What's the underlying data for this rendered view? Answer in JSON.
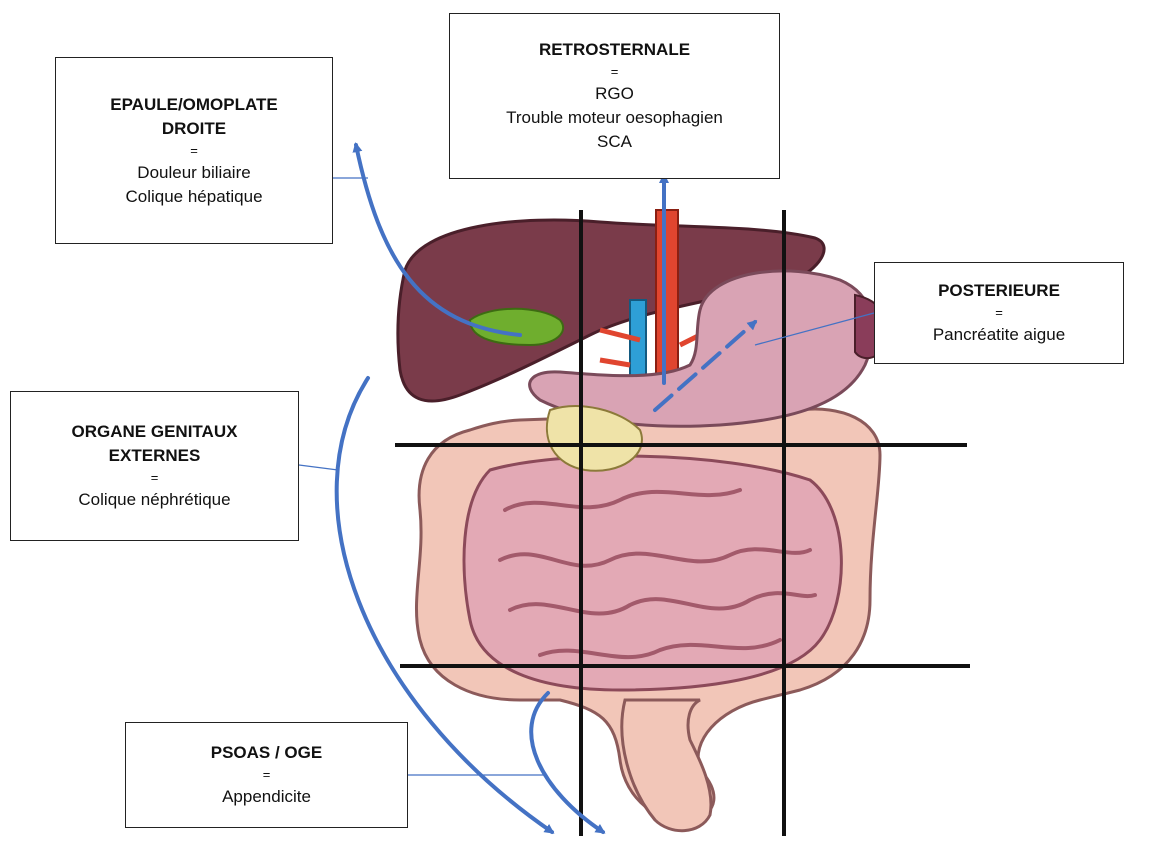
{
  "boxes": {
    "retrosternale": {
      "title": "RETROSTERNALE",
      "eq": "=",
      "lines": [
        "RGO",
        "Trouble moteur oesophagien",
        "SCA"
      ]
    },
    "epaule": {
      "title_line1": "EPAULE/OMOPLATE",
      "title_line2": "DROITE",
      "eq": "=",
      "lines": [
        "Douleur biliaire",
        "Colique hépatique"
      ]
    },
    "posterieure": {
      "title": "POSTERIEURE",
      "eq": "=",
      "lines": [
        "Pancréatite aigue"
      ]
    },
    "organes": {
      "title_line1": "ORGANE GENITAUX",
      "title_line2": "EXTERNES",
      "eq": "=",
      "lines": [
        "Colique néphrétique"
      ]
    },
    "psoas": {
      "title": "PSOAS / OGE",
      "eq": "=",
      "lines": [
        "Appendicite"
      ]
    }
  },
  "colors": {
    "arrow": "#4472c4",
    "grid": "#111111",
    "liver": "#7a3b4a",
    "stomach": "#d9a3b4",
    "intestine": "#e8b2b9",
    "colon": "#f2c6b8",
    "gallbladder": "#6fae2e",
    "pancreas": "#efe3a8",
    "artery": "#e0452f",
    "vein": "#2e9fd6"
  }
}
